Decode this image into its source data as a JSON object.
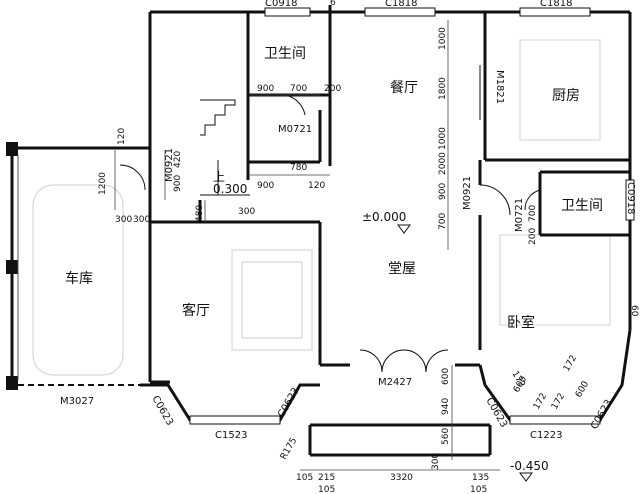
{
  "rooms": {
    "bath_top": "卫生间",
    "dining": "餐厅",
    "kitchen": "厨房",
    "bath_right": "卫生间",
    "garage": "车库",
    "living": "客厅",
    "main_hall": "堂屋",
    "bedroom": "卧室"
  },
  "levels": {
    "floor": "±0.000",
    "stair": "0.300",
    "up": "上",
    "outdoor": "-0.450"
  },
  "codes": {
    "c_top_left": "C0918",
    "c_top_mid": "C1818",
    "c_top_right": "C1818",
    "c_right_side": "C0918",
    "m0721_top": "M0721",
    "m1821": "M1821",
    "m0921_left": "M0921",
    "m0921_mid": "M0921",
    "m0721_right": "M0721",
    "m3027": "M3027",
    "m2427": "M2427",
    "c0623_1": "C0623",
    "c0623_2": "C0623",
    "c0623_3": "C0623",
    "c0623_4": "C0623",
    "c1523": "C1523",
    "c1223": "C1223",
    "r175": "R175"
  },
  "dims": {
    "d6": "6",
    "d1000a": "1000",
    "d1800": "1800",
    "d1000b": "1000",
    "d2000": "2000",
    "d900v": "900",
    "d700v": "700",
    "d900a": "900",
    "d700a": "700",
    "d200a": "200",
    "d780": "780",
    "d900b": "900",
    "d120a": "120",
    "d120b": "120",
    "d1200": "1200",
    "d420": "420",
    "d900c": "900",
    "d300a": "300",
    "d300b": "300",
    "d480": "480",
    "d300c": "300",
    "d700b": "700",
    "d200b": "200",
    "d600a": "600",
    "d940": "940",
    "d560": "560",
    "d300d": "300",
    "d172a": "172",
    "d600b": "600",
    "d172b": "172",
    "d172c": "172",
    "d600c": "600",
    "d172d": "172",
    "d600r": "60",
    "d105a": "105",
    "d215": "215",
    "d3320": "3320",
    "d135": "135",
    "d105b": "105",
    "d105c": "105"
  }
}
